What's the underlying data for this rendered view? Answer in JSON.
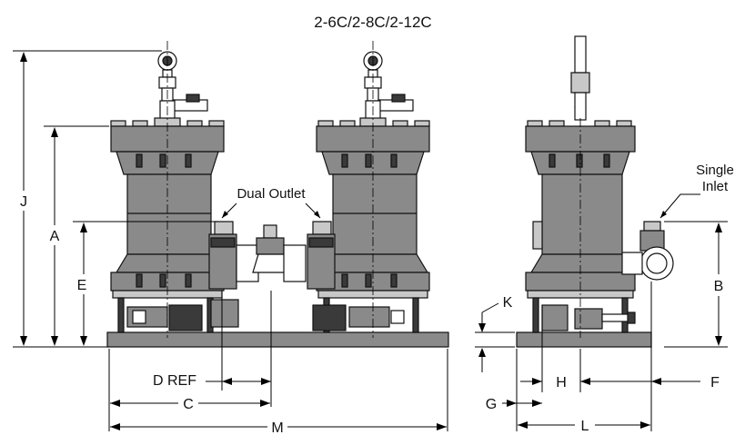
{
  "title": "2-6C/2-8C/2-12C",
  "labels": {
    "dual_outlet": "Dual Outlet",
    "single": "Single",
    "inlet": "Inlet"
  },
  "dimensions": {
    "A": "A",
    "B": "B",
    "C": "C",
    "D": "D REF",
    "E": "E",
    "F": "F",
    "G": "G",
    "H": "H",
    "J": "J",
    "K": "K",
    "L": "L",
    "M": "M"
  },
  "colors": {
    "body_gray": "#8a8a8a",
    "dark_gray": "#3a3a3a",
    "light_gray": "#c8c8c8",
    "line": "#000000"
  }
}
